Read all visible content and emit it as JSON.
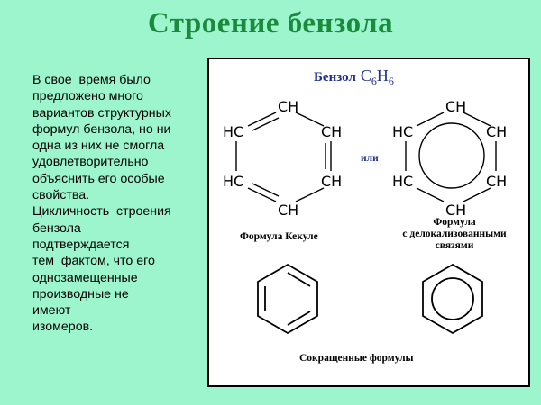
{
  "slide": {
    "title": "Строение  бензола",
    "body_lines": [
      "В свое  время было",
      "предложено много",
      "вариантов структурных",
      "формул бензола, но ни",
      "одна из них не смогла",
      "удовлетворительно",
      "объяснить его особые",
      "свойства.",
      "Цикличность  строения",
      "бензола",
      "подтверждается",
      "тем  фактом, что его",
      "однозамещенные",
      "производные не",
      "имеют",
      "изомеров."
    ]
  },
  "figure": {
    "heading": "Бензол",
    "formula_c": "C",
    "formula_c_sub": "6",
    "formula_h": "H",
    "formula_h_sub": "6",
    "ring_labels": {
      "top": "CH",
      "upper_left": "HC",
      "upper_right": "CH",
      "lower_left": "HC",
      "lower_right": "CH",
      "bottom": "CH"
    },
    "or_label": "или",
    "caption_kekule": "Формула Кекуле",
    "caption_deloc_1": "Формула",
    "caption_deloc_2": "с делокализованными",
    "caption_deloc_3": "связями",
    "caption_short": "Сокращенные формулы"
  },
  "colors": {
    "background": "#9cf5cc",
    "title": "#1a8a3c",
    "figure_heading": "#1f2f8f",
    "or_label": "#1f2f8f"
  }
}
